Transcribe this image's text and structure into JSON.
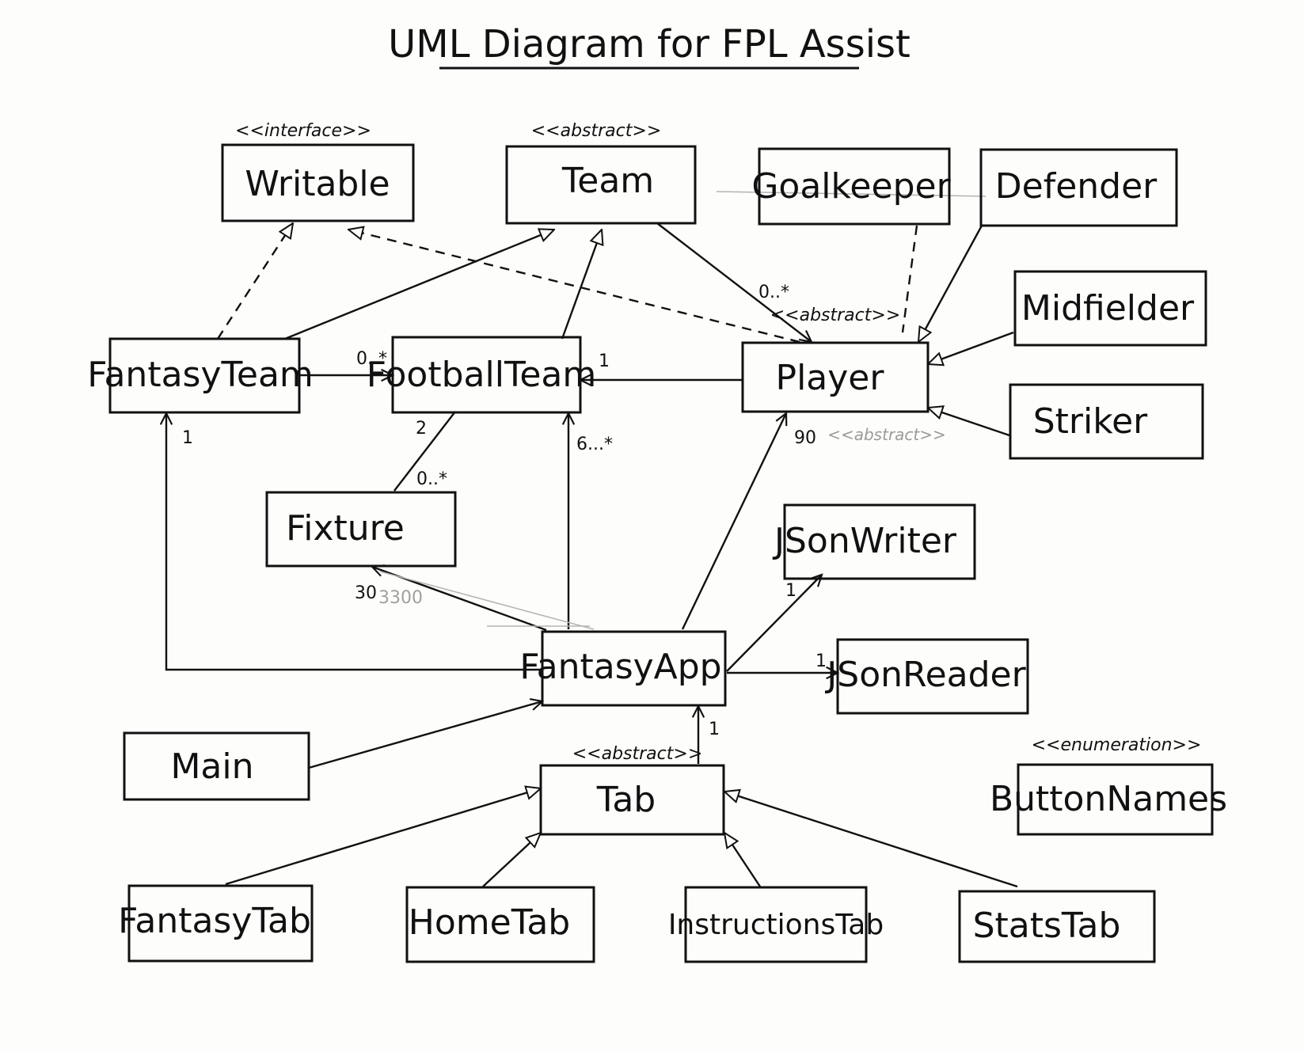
{
  "title": "UML Diagram for FPL Assist",
  "classes": {
    "writable": {
      "name": "Writable",
      "stereotype": "<<interface>>"
    },
    "team": {
      "name": "Team",
      "stereotype": "<<abstract>>"
    },
    "goalkeeper": {
      "name": "Goalkeeper"
    },
    "defender": {
      "name": "Defender"
    },
    "midfielder": {
      "name": "Midfielder"
    },
    "striker": {
      "name": "Striker"
    },
    "player": {
      "name": "Player",
      "stereotype": "<<abstract>>"
    },
    "fantasy_team": {
      "name": "FantasyTeam"
    },
    "football_team": {
      "name": "FootballTeam"
    },
    "fixture": {
      "name": "Fixture"
    },
    "json_writer": {
      "name": "JSonWriter"
    },
    "json_reader": {
      "name": "JSonReader"
    },
    "fantasy_app": {
      "name": "FantasyApp"
    },
    "main": {
      "name": "Main"
    },
    "tab": {
      "name": "Tab",
      "stereotype": "<<abstract>>"
    },
    "button_names": {
      "name": "ButtonNames",
      "stereotype": "<<enumeration>>"
    },
    "fantasy_tab": {
      "name": "FantasyTab"
    },
    "home_tab": {
      "name": "HomeTab"
    },
    "instructions_tab": {
      "name": "InstructionsTab"
    },
    "stats_tab": {
      "name": "StatsTab"
    }
  },
  "annotations": {
    "player_side_stereotype": "<<abstract>>"
  },
  "multiplicities": {
    "team_player": "0..*",
    "fantasyteam_footballteam": "0..*",
    "player_footballteam": "1",
    "footballteam_fixture_top": "2",
    "footballteam_fixture_bottom": "0..*",
    "app_fantasyteam": "1",
    "app_footballteam": "6...*",
    "app_player": "90",
    "app_fixture": "30",
    "app_fixture_faint": "3300",
    "app_jsonwriter": "1",
    "app_jsonreader": "1",
    "tab_app": "1"
  }
}
